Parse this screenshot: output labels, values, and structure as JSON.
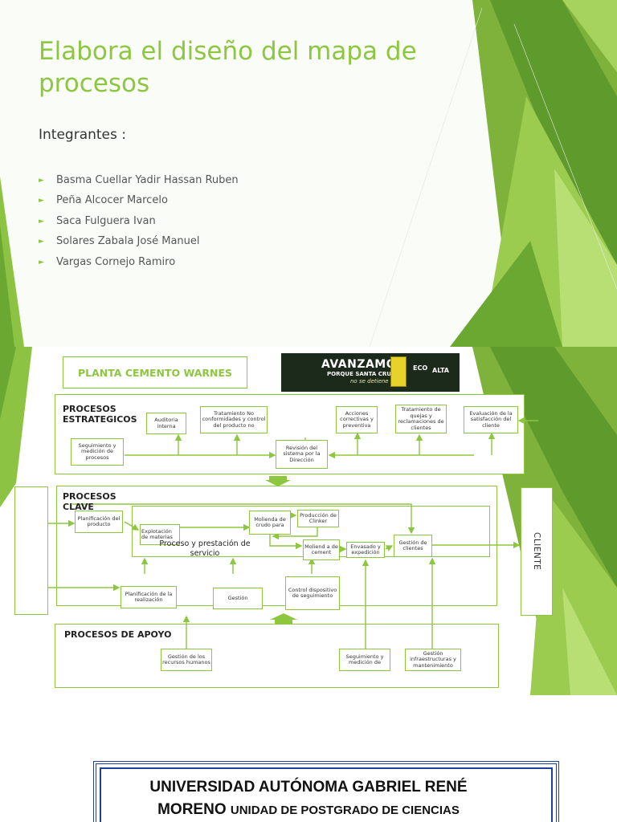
{
  "slide1": {
    "title": "Elabora el diseño del mapa de procesos",
    "subtitle": "Integrantes :",
    "members": [
      "Basma Cuellar Yadir Hassan Ruben",
      "Peña Alcocer Marcelo",
      "Saca Fulguera Ivan",
      "Solares Zabala José Manuel",
      "Vargas Cornejo Ramiro"
    ],
    "bullet_glyph": "►",
    "accent_color": "#8dc63f"
  },
  "slide2": {
    "plant_title": "PLANTA CEMENTO WARNES",
    "banner": {
      "headline": "AVANZAMOS",
      "subline": "PORQUE SANTA CRUZ",
      "tagline": "no se detiene",
      "eco": "ECO",
      "alta": "ALTA"
    },
    "estrategicos": {
      "title": "PROCESOS ESTRATEGICOS",
      "nodes": {
        "auditoria": "Auditoria interna",
        "tratamiento_nc": "Tratamiento No conformidades y control del producto no",
        "acciones": "Acciones correctivas y preventiva",
        "quejas": "Tratamiento de quejas y reclamaciones de clientes",
        "evaluacion": "Evaluación de la satisfacción del cliente",
        "seguimiento": "Seguimiento y medición de procesos",
        "revision": "Revisión del sistema por la Dirección"
      }
    },
    "clave": {
      "title": "PROCESOS CLAVE",
      "process_label": "Proceso y prestación de servicio",
      "nodes": {
        "planificacion_producto": "Planificación del producto",
        "explotacion": "Explotación de materias",
        "molienda_crudo": "Molienda de crudo para",
        "clinker": "Producción de Clinker",
        "molienda_cemento": "Moliend a de cement",
        "envasado": "Envasado y expedición",
        "gestion_clientes": "Gestión de clientes",
        "planificacion_realizacion": "Planificación de la realización",
        "gestion": "Gestión",
        "control": "Control dispositivo de seguimiento"
      }
    },
    "apoyo": {
      "title": "PROCESOS DE APOYO",
      "nodes": {
        "rrhh": "Gestión de los recursos humanos",
        "seguimiento_medicion": "Seguimiento y medición de",
        "infraestructura": "Gestión infraestructuras y mantenimiento"
      }
    },
    "cliente": "CLIENTE"
  },
  "document": {
    "line1": "UNIVERSIDAD AUTÓNOMA GABRIEL RENÉ",
    "line2_main": "MORENO",
    "line2_small": "UNIDAD DE POSTGRADO DE CIENCIAS",
    "frame_color": "#1f3f98"
  }
}
